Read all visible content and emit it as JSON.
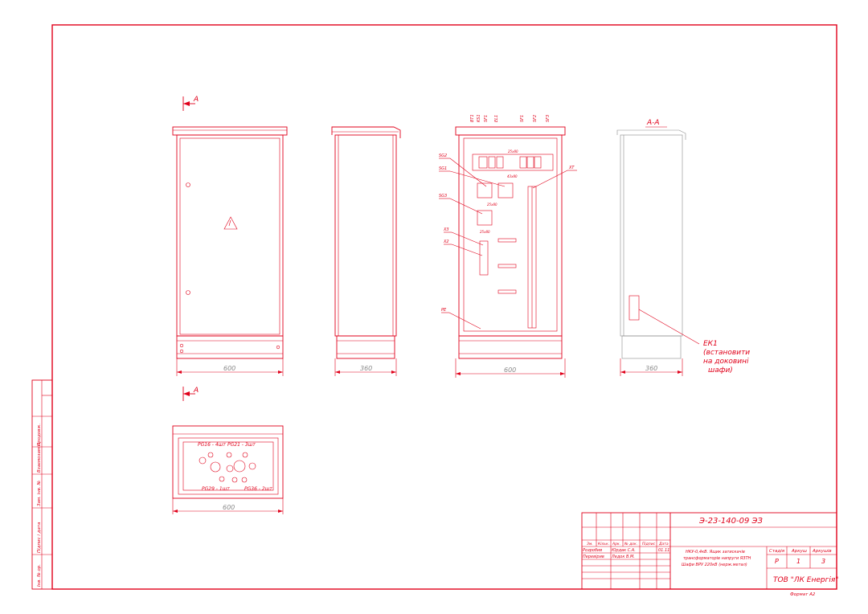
{
  "drawing": {
    "doc_number": "Э-23-140-09 ЭЗ",
    "section_label": "А",
    "section_view_title": "А-А",
    "dims": {
      "front_width": "600",
      "side_depth": "360",
      "inner_width": "600",
      "section_depth": "360",
      "bottom_width": "600"
    },
    "component_labels": [
      "ВТ1",
      "KS1",
      "SF1",
      "EL1",
      "SF1",
      "SF2",
      "SF3"
    ],
    "left_labels": {
      "sg2": "SG2",
      "sg1": "SG1",
      "sg3": "SG3",
      "x3": "X3",
      "x2": "X2",
      "pe": "PE",
      "xt": "XT"
    },
    "panel_marks": {
      "m1": "25х80",
      "m2": "43х80",
      "m3": "25х80",
      "m4": "25х80"
    },
    "ek1_note": [
      "ЕК1",
      "(встановити",
      "на доковині",
      "шафи)"
    ],
    "gland_labels": {
      "pg16_4": "PG16 - 4шт",
      "pg21_3": "PG21 - 3шт",
      "pg29_1": "PG29 - 1шт",
      "pg36_2": "PG36 - 2шт"
    }
  },
  "side_stamp": {
    "cells": [
      "Продовж.",
      "Взаємозамін.",
      "Зам. інв. №",
      "Підпис і дата",
      "Інв. № ор."
    ]
  },
  "title_block": {
    "headers": [
      "Зм.",
      "Кільк.",
      "Арк.",
      "№ док.",
      "Підпис",
      "Дата"
    ],
    "rows": [
      {
        "role": "Розробив",
        "name": "Юрдак С.А.",
        "date": "01.11"
      },
      {
        "role": "Перевірив",
        "name": "Ледок В.М.",
        "date": ""
      }
    ],
    "description": [
      "НКУ-0,4кВ. Ящик затискачів",
      "трансформаторів напруги ЯЗТН",
      "Шафи ВРУ 220кВ (нерж.метал)"
    ],
    "stage_header": "Стадія",
    "sheet_header": "Аркуш",
    "sheets_header": "Аркушів",
    "stage": "Р",
    "sheet": "1",
    "sheets": "3",
    "company": "ТОВ \"ЛК Енергія\"",
    "format": "Формат А2"
  }
}
